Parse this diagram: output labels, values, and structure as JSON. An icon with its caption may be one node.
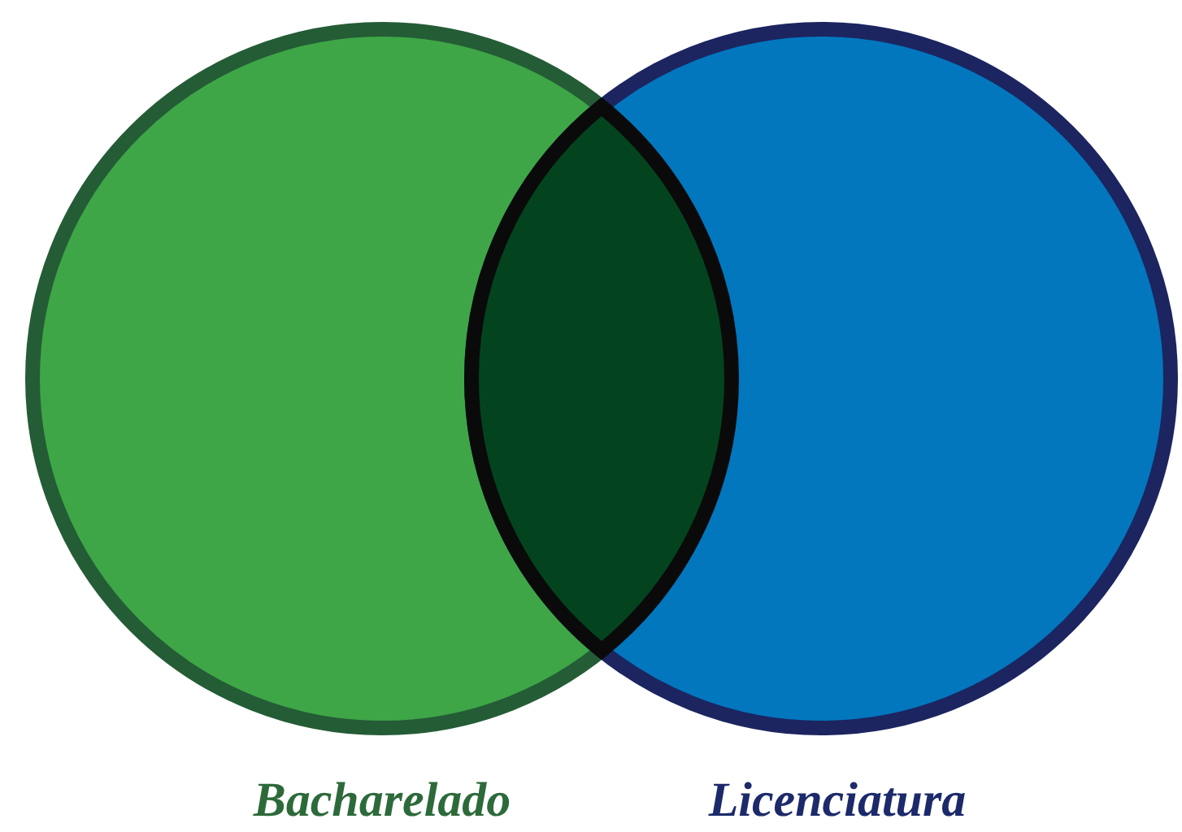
{
  "diagram": {
    "nodes": [
      {
        "text": [
          "Bacharelado"
        ]
      },
      {
        "text": [
          "Licenciatura"
        ]
      },
      {
        "text": [],
        "shape": "lens"
      }
    ],
    "edges": []
  }
}
